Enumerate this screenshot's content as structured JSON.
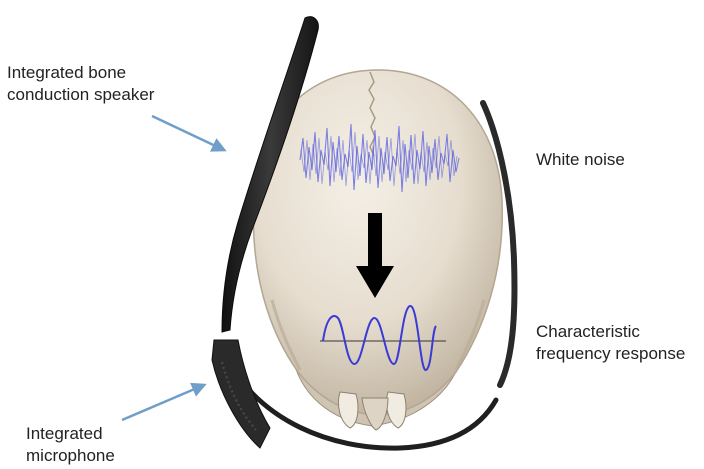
{
  "labels": {
    "bone_conduction_speaker": [
      "Integrated bone",
      "conduction speaker"
    ],
    "white_noise": "White noise",
    "frequency_response": [
      "Characteristic",
      "frequency response"
    ],
    "microphone": [
      "Integrated",
      "microphone"
    ]
  },
  "colors": {
    "pointer_arrow": "#6f9fc9",
    "noise_waveform": "#6f74e0",
    "response_waveform": "#3a3ad6",
    "flow_arrow": "#000000",
    "glasses_frame": "#1f1f1f",
    "skull": "#e9e2d6"
  },
  "icons": {
    "flow_arrow": "down-arrow-icon",
    "pointer_arrows": "arrow-icon"
  }
}
